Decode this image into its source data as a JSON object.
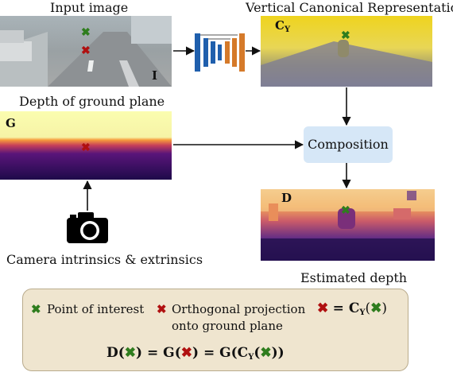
{
  "labels": {
    "input_image": "Input image",
    "vcr": "Vertical Canonical Representation",
    "depth_ground": "Depth of ground plane",
    "camera": "Camera intrinsics & extrinsics",
    "estimated": "Estimated depth"
  },
  "panels": {
    "input_letter": "I",
    "vcr_letter": "C",
    "vcr_sub": "Y",
    "ground_letter": "G",
    "depth_letter": "D"
  },
  "composition": "Composition",
  "legend": {
    "poi": "Point of interest",
    "ortho_line1": "Orthogonal projection",
    "ortho_line2": "onto ground plane",
    "eq1_a": "= C",
    "eq1_sub": "Y",
    "eq2_parts": [
      "D(",
      ") = G(",
      ") = G(C",
      "(",
      "))"
    ],
    "eq2_sub": "Y"
  },
  "marks": {
    "green": "✖",
    "red": "✖"
  },
  "colors": {
    "green_mark": "#2f7d1e",
    "red_mark": "#b01010",
    "composition_box": "#d6e7f7",
    "legend_bg": "#efe5cf"
  },
  "icons": [
    "camera-icon",
    "cnn-icon"
  ]
}
